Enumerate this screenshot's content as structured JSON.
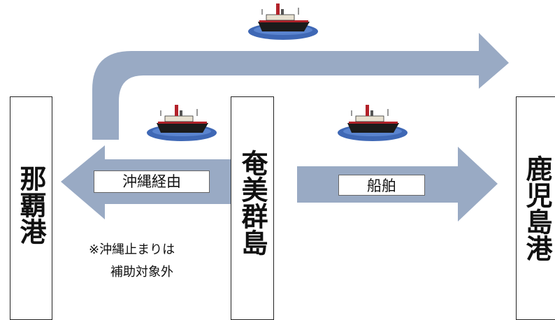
{
  "ports": {
    "naha": "那覇港",
    "amami": "奄美群島",
    "kagoshima": "鹿児島港"
  },
  "routes": {
    "okinawa_via": "沖縄経由",
    "ship": "船舶"
  },
  "note": {
    "line1": "※沖縄止まりは",
    "line2": "補助対象外"
  },
  "colors": {
    "arrow": "#99aac4",
    "ship_hull": "#1b1b1b",
    "ship_stripe": "#b3222a",
    "sea": "#3f68b5"
  },
  "icons": [
    "ship-icon",
    "ship-icon",
    "ship-icon"
  ]
}
